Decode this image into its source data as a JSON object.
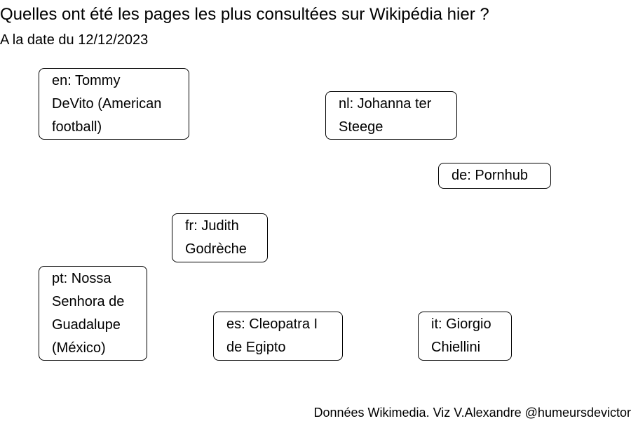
{
  "title": "Quelles ont été les pages les plus consultées sur Wikipédia hier ?",
  "subtitle": "A la date du 12/12/2023",
  "caption": "Données Wikimedia. Viz V.Alexandre @humeursdevictor",
  "chart_data": {
    "type": "text-label-scatter",
    "title": "Quelles ont été les pages les plus consultées sur Wikipédia hier ?",
    "subtitle": "A la date du 12/12/2023",
    "caption": "Données Wikimedia. Viz V.Alexandre @humeursdevictor",
    "grid": false,
    "legend": "none",
    "labels": [
      {
        "lang": "en",
        "lines": [
          "en: Tommy",
          "DeVito (American",
          "football)"
        ]
      },
      {
        "lang": "nl",
        "lines": [
          "nl: Johanna ter",
          "Steege"
        ]
      },
      {
        "lang": "de",
        "lines": [
          "de: Pornhub"
        ]
      },
      {
        "lang": "fr",
        "lines": [
          "fr: Judith",
          "Godrèche"
        ]
      },
      {
        "lang": "pt",
        "lines": [
          "pt: Nossa",
          "Senhora de",
          "Guadalupe",
          "(México)"
        ]
      },
      {
        "lang": "es",
        "lines": [
          "es: Cleopatra I",
          "de Egipto"
        ]
      },
      {
        "lang": "it",
        "lines": [
          "it: Giorgio",
          "Chiellini"
        ]
      }
    ]
  }
}
